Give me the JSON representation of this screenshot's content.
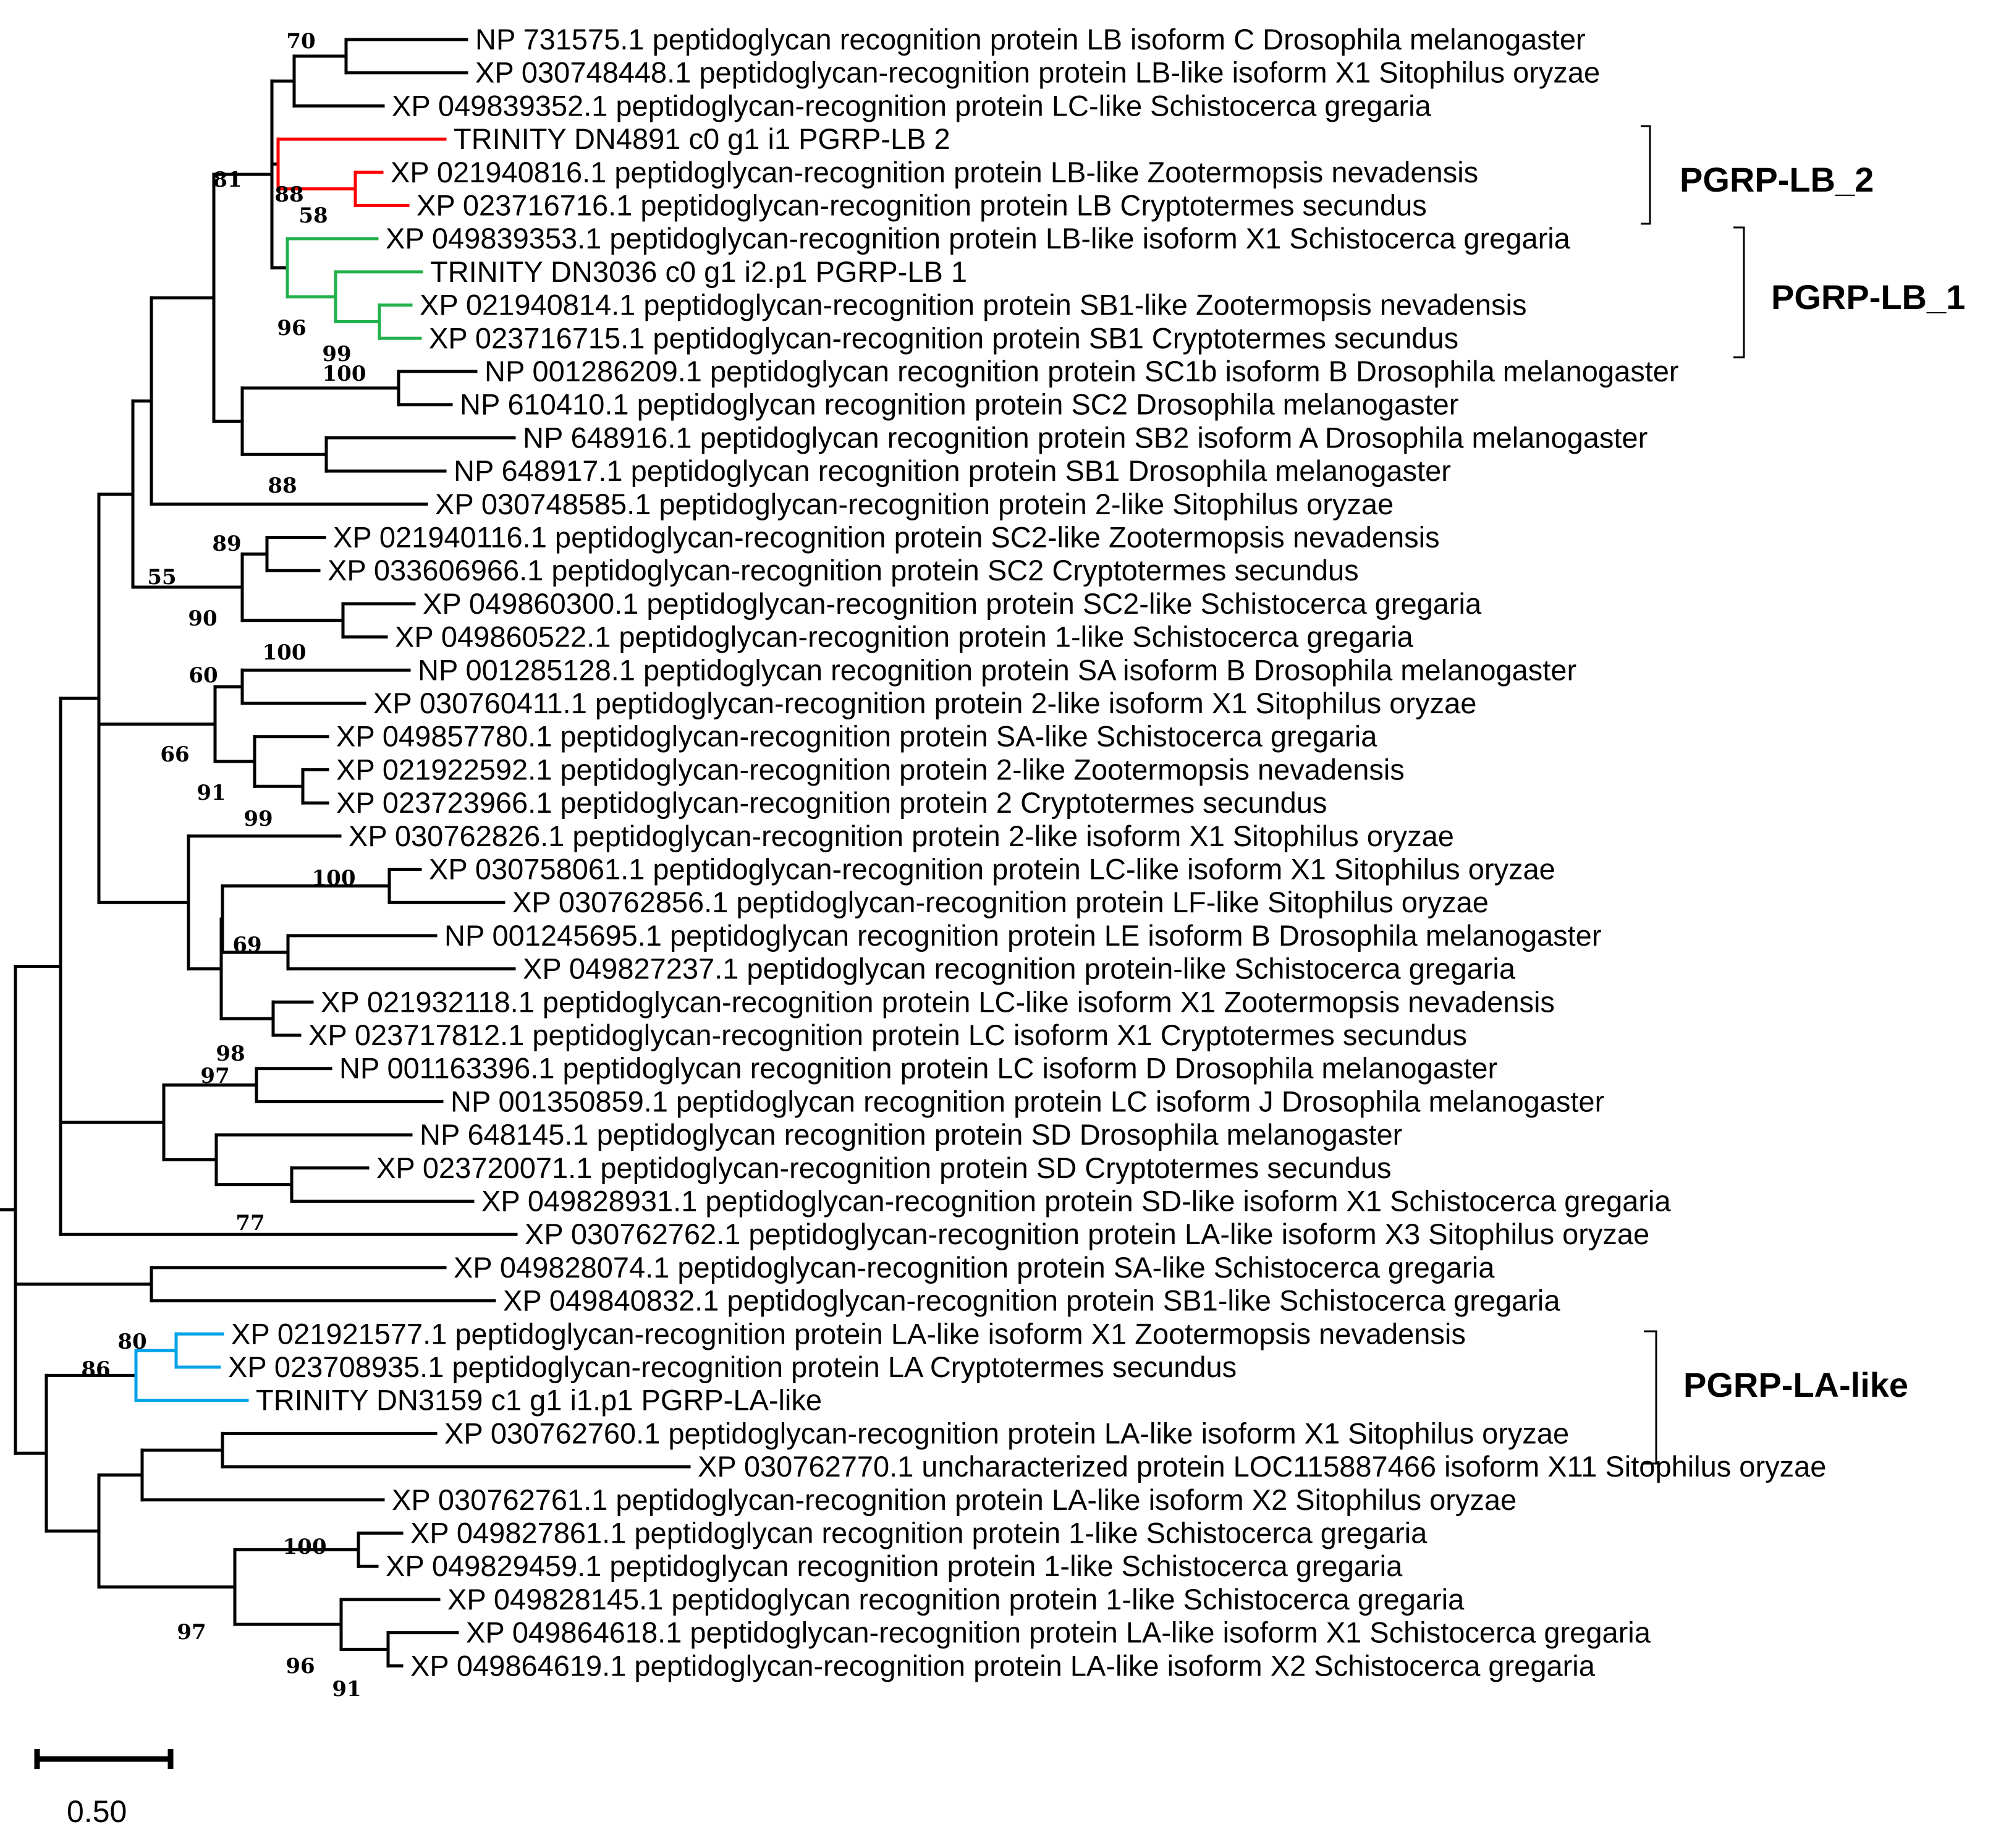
{
  "colors": {
    "default": "#000000",
    "pgrp_lb_2": "#ff0000",
    "pgrp_lb_1": "#22b14c",
    "pgrp_la_like": "#00a2e8"
  },
  "leaves": [
    "NP 731575.1 peptidoglycan recognition protein LB isoform C Drosophila melanogaster",
    "XP 030748448.1 peptidoglycan-recognition protein LB-like isoform X1 Sitophilus oryzae",
    "XP 049839352.1 peptidoglycan-recognition protein LC-like Schistocerca gregaria",
    "TRINITY DN4891 c0 g1 i1 PGRP-LB 2",
    "XP 021940816.1 peptidoglycan-recognition protein LB-like Zootermopsis nevadensis",
    "XP 023716716.1 peptidoglycan-recognition protein LB Cryptotermes secundus",
    "XP 049839353.1 peptidoglycan-recognition protein LB-like isoform X1 Schistocerca gregaria",
    "TRINITY DN3036 c0 g1 i2.p1 PGRP-LB 1",
    "XP 021940814.1 peptidoglycan-recognition protein SB1-like Zootermopsis nevadensis",
    "XP 023716715.1 peptidoglycan-recognition protein SB1 Cryptotermes secundus",
    "NP 001286209.1 peptidoglycan recognition protein SC1b isoform B Drosophila melanogaster",
    "NP 610410.1 peptidoglycan recognition protein SC2 Drosophila melanogaster",
    "NP 648916.1 peptidoglycan recognition protein SB2 isoform A Drosophila melanogaster",
    "NP 648917.1 peptidoglycan recognition protein SB1 Drosophila melanogaster",
    "XP 030748585.1 peptidoglycan-recognition protein 2-like Sitophilus oryzae",
    "XP 021940116.1 peptidoglycan-recognition protein SC2-like Zootermopsis nevadensis",
    "XP 033606966.1 peptidoglycan-recognition protein SC2 Cryptotermes secundus",
    "XP 049860300.1 peptidoglycan-recognition protein SC2-like Schistocerca gregaria",
    "XP 049860522.1 peptidoglycan-recognition protein 1-like Schistocerca gregaria",
    "NP 001285128.1 peptidoglycan recognition protein SA isoform B Drosophila melanogaster",
    "XP 030760411.1 peptidoglycan-recognition protein 2-like isoform X1 Sitophilus oryzae",
    "XP 049857780.1 peptidoglycan-recognition protein SA-like Schistocerca gregaria",
    "XP 021922592.1 peptidoglycan-recognition protein 2-like Zootermopsis nevadensis",
    "XP 023723966.1 peptidoglycan-recognition protein 2 Cryptotermes secundus",
    "XP 030762826.1 peptidoglycan-recognition protein 2-like isoform X1 Sitophilus oryzae",
    "XP 030758061.1 peptidoglycan-recognition protein LC-like isoform X1 Sitophilus oryzae",
    "XP 030762856.1 peptidoglycan-recognition protein LF-like Sitophilus oryzae",
    "NP 001245695.1 peptidoglycan recognition protein LE isoform B Drosophila melanogaster",
    "XP 049827237.1 peptidoglycan recognition protein-like Schistocerca gregaria",
    "XP 021932118.1 peptidoglycan-recognition protein LC-like isoform X1 Zootermopsis nevadensis",
    "XP 023717812.1 peptidoglycan-recognition protein LC isoform X1 Cryptotermes secundus",
    "NP 001163396.1 peptidoglycan recognition protein LC isoform D Drosophila melanogaster",
    "NP 001350859.1 peptidoglycan recognition protein LC isoform J Drosophila melanogaster",
    "NP 648145.1 peptidoglycan recognition protein SD Drosophila melanogaster",
    "XP 023720071.1 peptidoglycan-recognition protein SD Cryptotermes secundus",
    "XP 049828931.1 peptidoglycan-recognition protein SD-like isoform X1 Schistocerca gregaria",
    "XP 030762762.1 peptidoglycan-recognition protein LA-like isoform X3 Sitophilus oryzae",
    "XP 049828074.1 peptidoglycan-recognition protein SA-like Schistocerca gregaria",
    "XP 049840832.1 peptidoglycan-recognition protein SB1-like Schistocerca gregaria",
    "XP 021921577.1 peptidoglycan-recognition protein LA-like isoform X1 Zootermopsis nevadensis",
    "XP 023708935.1 peptidoglycan-recognition protein LA Cryptotermes secundus",
    "TRINITY DN3159 c1 g1 i1.p1 PGRP-LA-like",
    "XP 030762760.1 peptidoglycan-recognition protein LA-like isoform X1 Sitophilus oryzae",
    "XP 030762770.1 uncharacterized protein LOC115887466 isoform X11 Sitophilus oryzae",
    "XP 030762761.1 peptidoglycan-recognition protein LA-like isoform X2 Sitophilus oryzae",
    "XP 049827861.1 peptidoglycan recognition protein 1-like Schistocerca gregaria",
    "XP 049829459.1 peptidoglycan recognition protein 1-like Schistocerca gregaria",
    "XP 049828145.1 peptidoglycan recognition protein 1-like Schistocerca gregaria",
    "XP 049864618.1 peptidoglycan-recognition protein LA-like isoform X1 Schistocerca gregaria",
    "XP 049864619.1 peptidoglycan-recognition protein LA-like isoform X2 Schistocerca gregaria"
  ],
  "bootstrap": [
    "70",
    "81",
    "88",
    "58",
    "96",
    "99",
    "100",
    "88",
    "55",
    "89",
    "90",
    "100",
    "60",
    "66",
    "91",
    "99",
    "100",
    "69",
    "98",
    "97",
    "77",
    "80",
    "86",
    "100",
    "97",
    "96",
    "91"
  ],
  "clades": {
    "pgrp_lb_2": "PGRP-LB_2",
    "pgrp_lb_1": "PGRP-LB_1",
    "pgrp_la_like": "PGRP-LA-like"
  },
  "scale_bar": {
    "label": "0.50",
    "value": 0.5
  }
}
